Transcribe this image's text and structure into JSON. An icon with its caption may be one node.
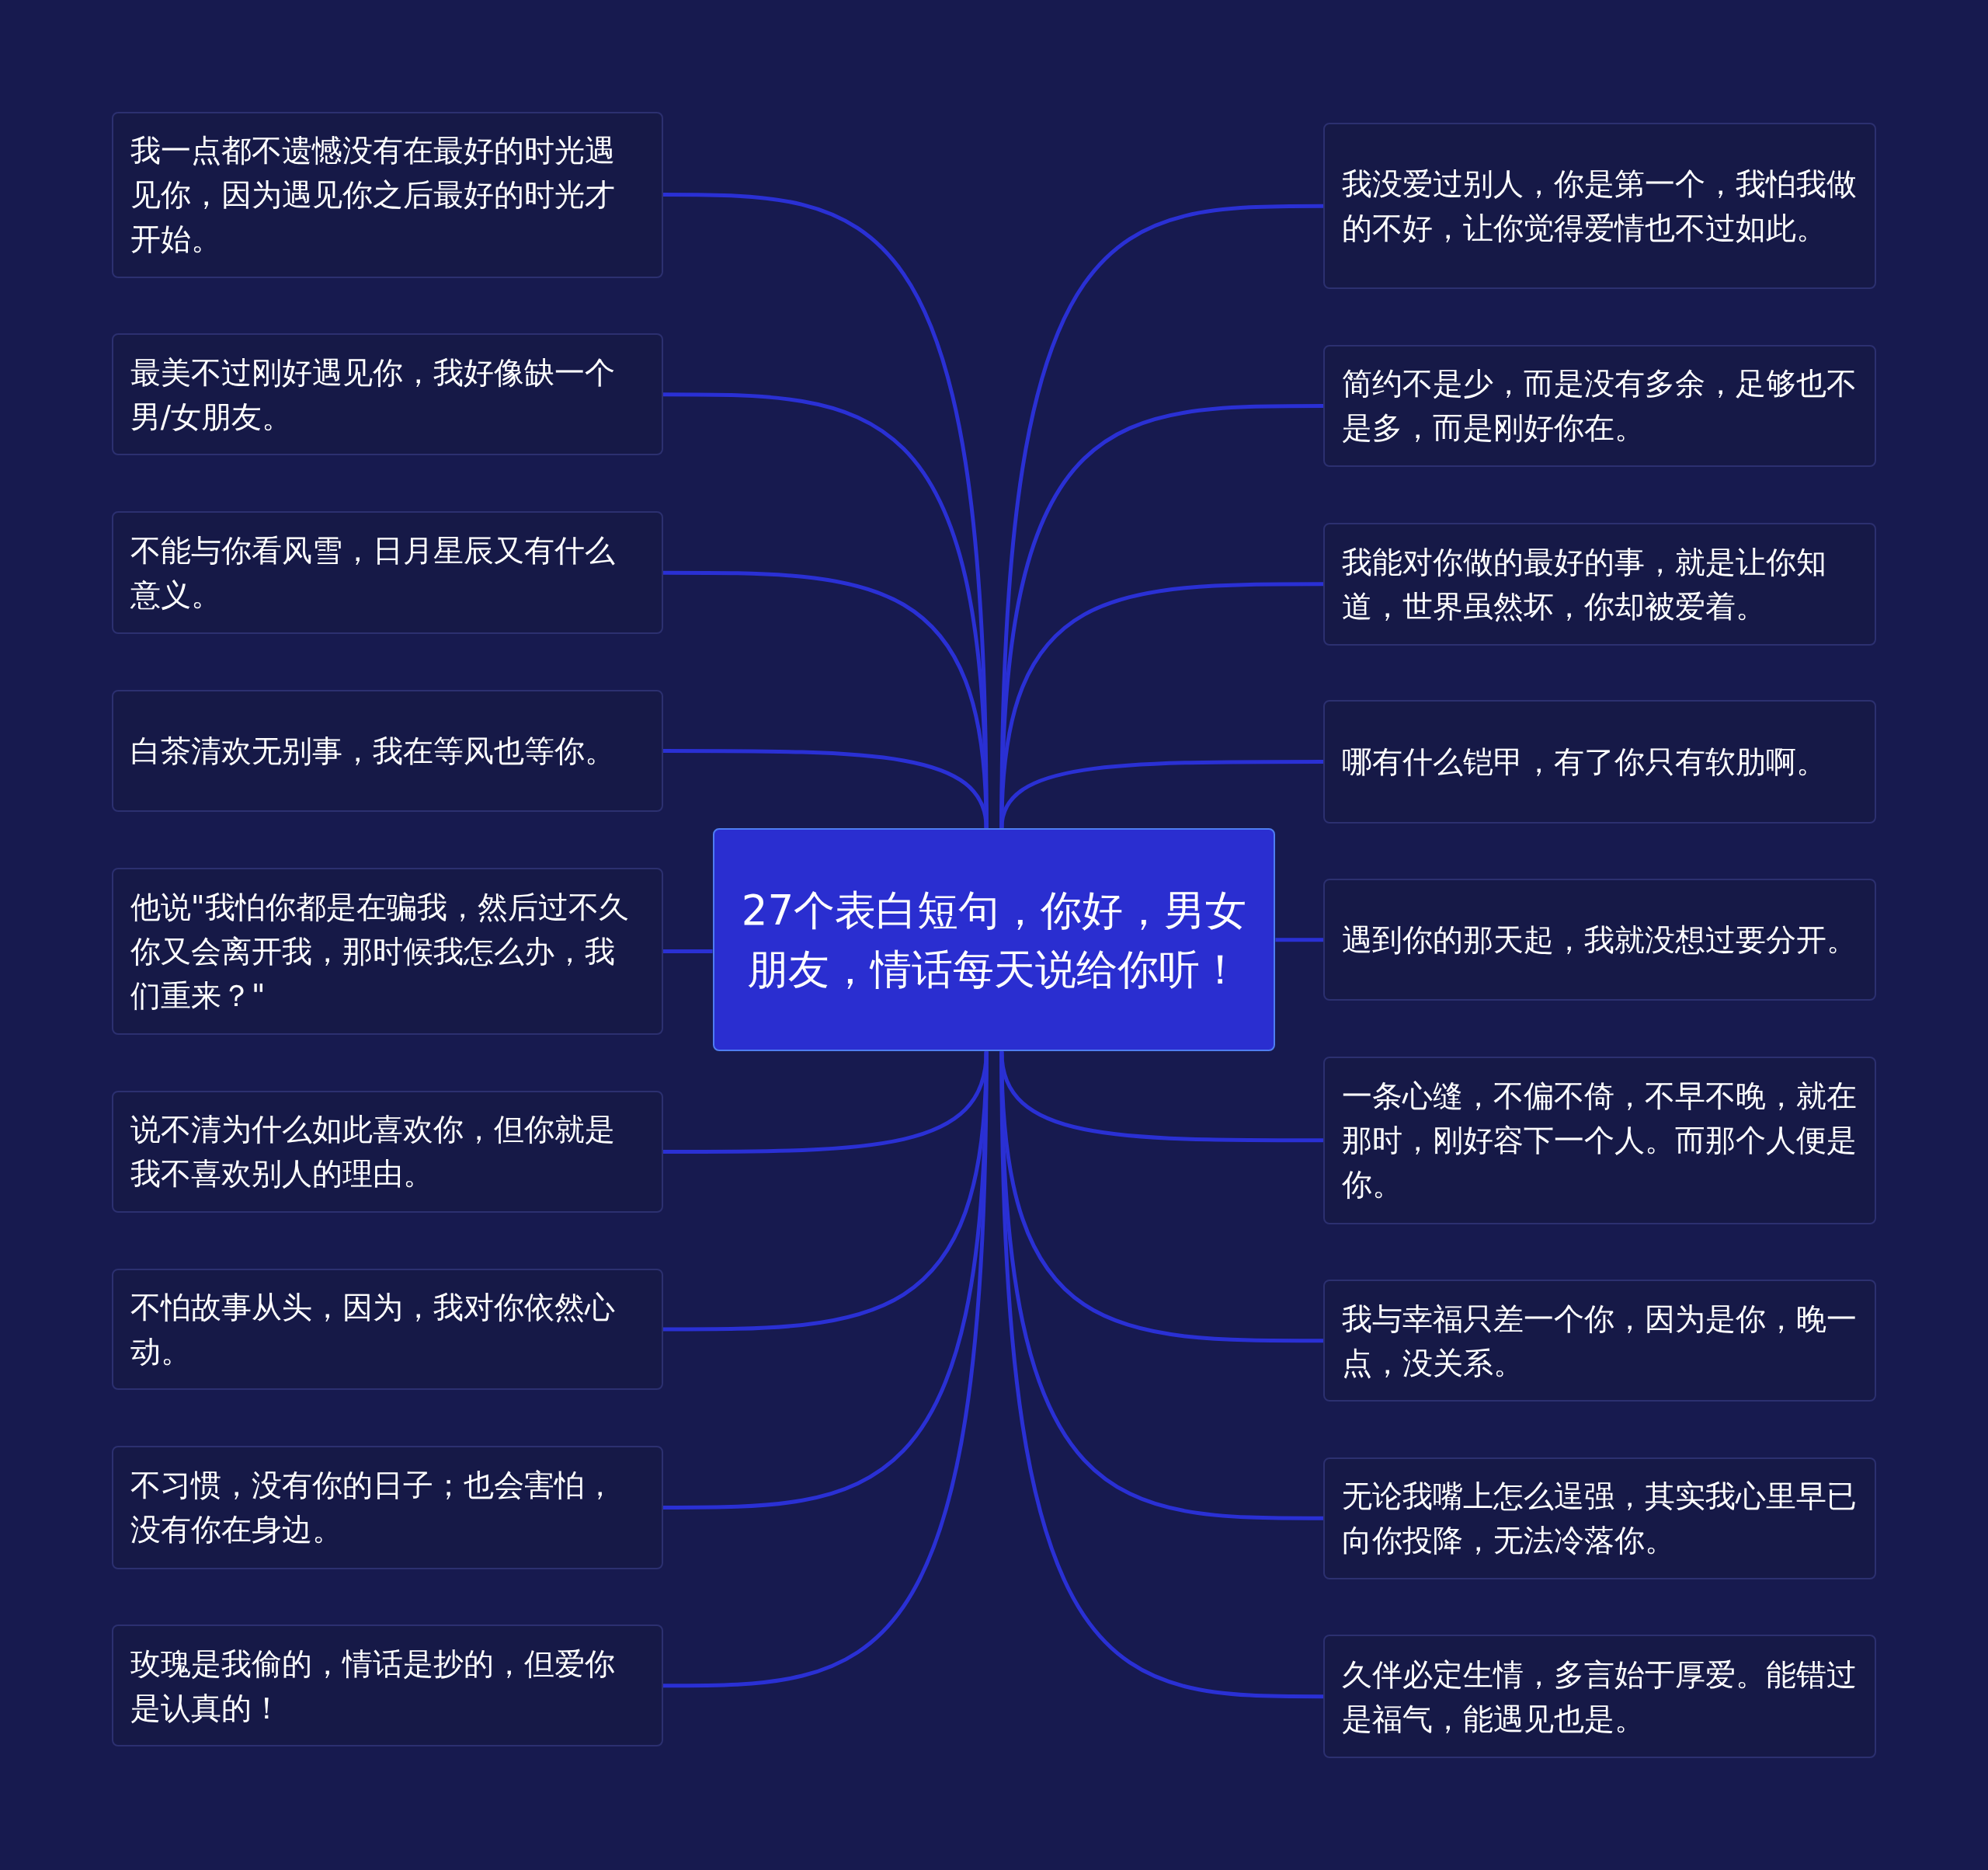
{
  "diagram": {
    "nodes": [
      {
        "text": [
          "27个表白短句，你好，男女朋友，情话每天说给你听！"
        ]
      },
      {
        "text": [
          "我一点都不遗憾没有在最好的时光遇见你，因为遇见你之后最好的时光才开始。"
        ]
      },
      {
        "text": [
          "最美不过刚好遇见你，我好像缺一个男/女朋友。"
        ]
      },
      {
        "text": [
          "不能与你看风雪，日月星辰又有什么意义。"
        ]
      },
      {
        "text": [
          "白茶清欢无别事，我在等风也等你。"
        ]
      },
      {
        "text": [
          "他说\"我怕你都是在骗我，然后过不久你又会离开我，那时候我怎么办，我们重来？\""
        ]
      },
      {
        "text": [
          "说不清为什么如此喜欢你，但你就是我不喜欢别人的理由。"
        ]
      },
      {
        "text": [
          "不怕故事从头，因为，我对你依然心动。"
        ]
      },
      {
        "text": [
          "不习惯，没有你的日子；也会害怕，没有你在身边。"
        ]
      },
      {
        "text": [
          "玫瑰是我偷的，情话是抄的，但爱你是认真的！"
        ]
      },
      {
        "text": [
          "我没爱过别人，你是第一个，我怕我做的不好，让你觉得爱情也不过如此。"
        ]
      },
      {
        "text": [
          "简约不是少，而是没有多余，足够也不是多，而是刚好你在。"
        ]
      },
      {
        "text": [
          "我能对你做的最好的事，就是让你知道，世界虽然坏，你却被爱着。"
        ]
      },
      {
        "text": [
          "哪有什么铠甲，有了你只有软肋啊。"
        ]
      },
      {
        "text": [
          "遇到你的那天起，我就没想过要分开。"
        ]
      },
      {
        "text": [
          "一条心缝，不偏不倚，不早不晚，就在那时，刚好容下一个人。而那个人便是你。"
        ]
      },
      {
        "text": [
          "我与幸福只差一个你，因为是你，晚一点，没关系。"
        ]
      },
      {
        "text": [
          "无论我嘴上怎么逞强，其实我心里早已向你投降，无法冷落你。"
        ]
      },
      {
        "text": [
          "久伴必定生情，多言始于厚爱。能错过是福气，能遇见也是。"
        ]
      }
    ],
    "edges": [
      {
        "from": 0,
        "to": 1,
        "arrow": "none"
      },
      {
        "from": 0,
        "to": 2,
        "arrow": "none"
      },
      {
        "from": 0,
        "to": 3,
        "arrow": "none"
      },
      {
        "from": 0,
        "to": 4,
        "arrow": "none"
      },
      {
        "from": 0,
        "to": 5,
        "arrow": "none"
      },
      {
        "from": 0,
        "to": 6,
        "arrow": "none"
      },
      {
        "from": 0,
        "to": 7,
        "arrow": "none"
      },
      {
        "from": 0,
        "to": 8,
        "arrow": "none"
      },
      {
        "from": 0,
        "to": 9,
        "arrow": "none"
      },
      {
        "from": 0,
        "to": 10,
        "arrow": "none"
      },
      {
        "from": 0,
        "to": 11,
        "arrow": "none"
      },
      {
        "from": 0,
        "to": 12,
        "arrow": "none"
      },
      {
        "from": 0,
        "to": 13,
        "arrow": "none"
      },
      {
        "from": 0,
        "to": 14,
        "arrow": "none"
      },
      {
        "from": 0,
        "to": 15,
        "arrow": "none"
      },
      {
        "from": 0,
        "to": 16,
        "arrow": "none"
      },
      {
        "from": 0,
        "to": 17,
        "arrow": "none"
      },
      {
        "from": 0,
        "to": 18,
        "arrow": "none"
      }
    ]
  }
}
